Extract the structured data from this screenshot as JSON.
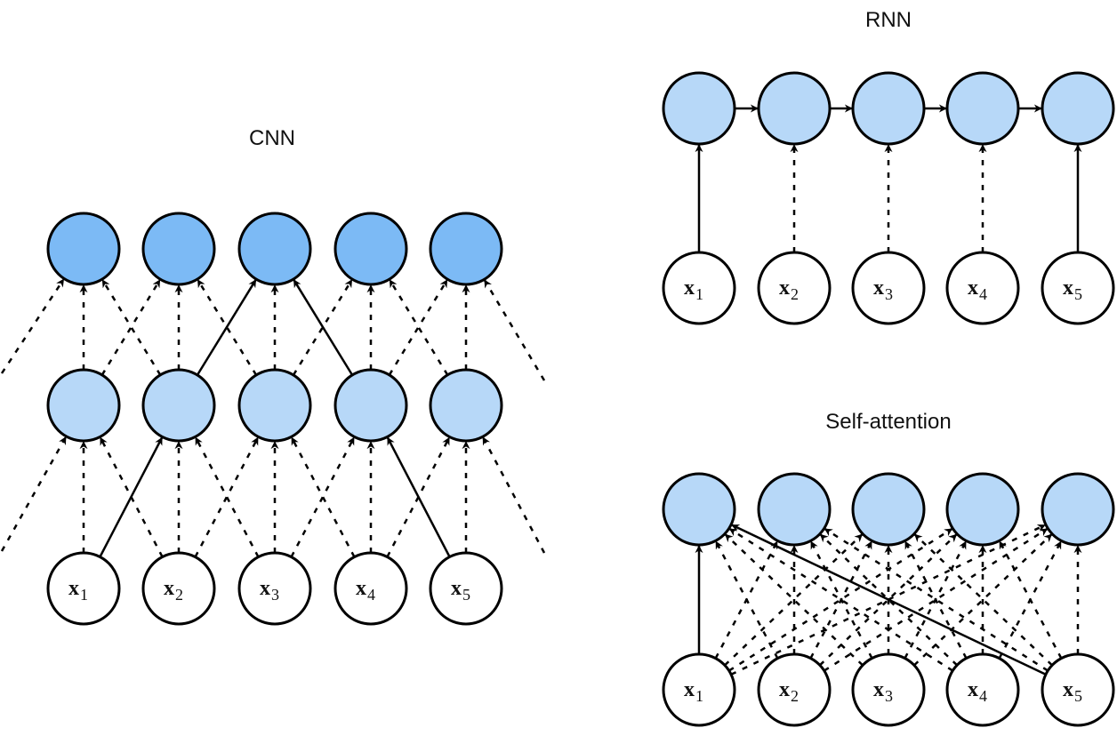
{
  "colors": {
    "cnn_top_fill": "#7cbaf5",
    "hidden_fill": "#b7d8f8",
    "input_fill": "#ffffff",
    "stroke": "#000000"
  },
  "panels": [
    {
      "id": "cnn",
      "title": "CNN",
      "inputs": [
        {
          "var": "x",
          "sub": "1"
        },
        {
          "var": "x",
          "sub": "2"
        },
        {
          "var": "x",
          "sub": "3"
        },
        {
          "var": "x",
          "sub": "4"
        },
        {
          "var": "x",
          "sub": "5"
        }
      ],
      "layers": [
        "input",
        "hidden",
        "output"
      ],
      "kernel_size": 3,
      "highlighted_path": "x1 -> h2 -> o3 <- h4 <- x5"
    },
    {
      "id": "rnn",
      "title": "RNN",
      "inputs": [
        {
          "var": "x",
          "sub": "1"
        },
        {
          "var": "x",
          "sub": "2"
        },
        {
          "var": "x",
          "sub": "3"
        },
        {
          "var": "x",
          "sub": "4"
        },
        {
          "var": "x",
          "sub": "5"
        }
      ],
      "highlighted_path": "x1 -> h1 -> ... -> h5 <- x5"
    },
    {
      "id": "self-attention",
      "title": "Self-attention",
      "inputs": [
        {
          "var": "x",
          "sub": "1"
        },
        {
          "var": "x",
          "sub": "2"
        },
        {
          "var": "x",
          "sub": "3"
        },
        {
          "var": "x",
          "sub": "4"
        },
        {
          "var": "x",
          "sub": "5"
        }
      ],
      "highlighted_path": "x1 -> o1 <- x5"
    }
  ]
}
